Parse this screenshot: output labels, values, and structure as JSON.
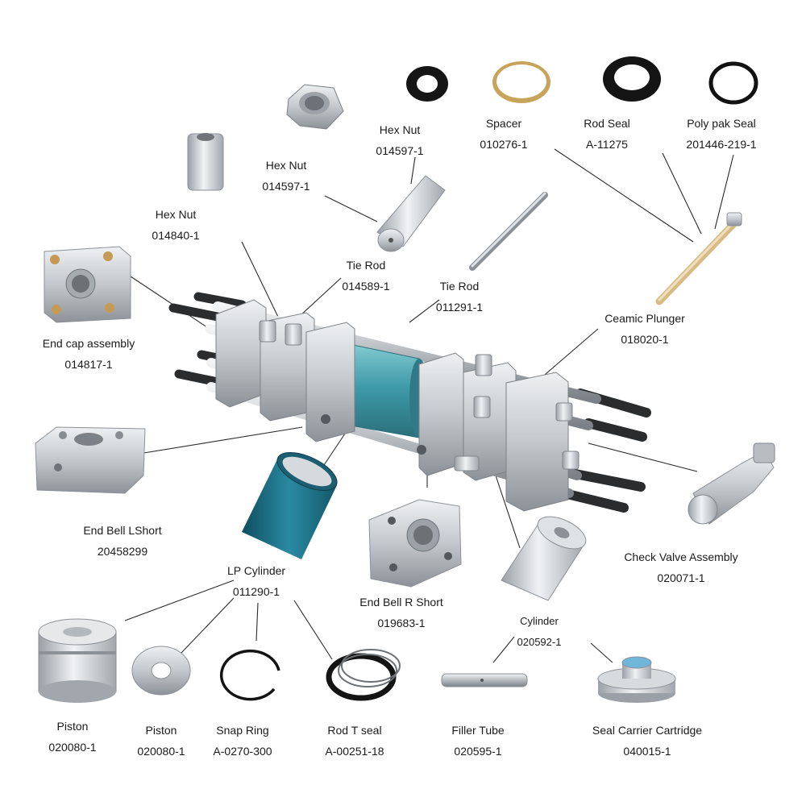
{
  "parts": {
    "hex_nut_a": {
      "name": "Hex Nut",
      "code": "014597-1"
    },
    "hex_nut_b": {
      "name": "Hex Nut",
      "code": "014597-1"
    },
    "hex_nut_c": {
      "name": "Hex Nut",
      "code": "014840-1"
    },
    "spacer": {
      "name": "Spacer",
      "code": "010276-1"
    },
    "rod_seal": {
      "name": "Rod Seal",
      "code": "A-11275"
    },
    "poly_pak": {
      "name": "Poly pak Seal",
      "code": "201446-219-1"
    },
    "tie_rod_a": {
      "name": "Tie Rod",
      "code": "014589-1"
    },
    "tie_rod_b": {
      "name": "Tie Rod",
      "code": "011291-1"
    },
    "end_cap": {
      "name": "End cap assembly",
      "code": "014817-1"
    },
    "plunger": {
      "name": "Ceamic Plunger",
      "code": "018020-1"
    },
    "end_bell_l": {
      "name": "End Bell LShort",
      "code": "20458299"
    },
    "check_valve": {
      "name": "Check Valve Assembly",
      "code": "020071-1"
    },
    "lp_cylinder": {
      "name": "LP Cylinder",
      "code": "011290-1"
    },
    "end_bell_r": {
      "name": "End Bell R Short",
      "code": "019683-1"
    },
    "cylinder": {
      "name": "Cylinder",
      "code": "020592-1"
    },
    "piston_a": {
      "name": "Piston",
      "code": "020080-1"
    },
    "piston_b": {
      "name": "Piston",
      "code": "020080-1"
    },
    "snap_ring": {
      "name": "Snap Ring",
      "code": "A-0270-300"
    },
    "rod_t_seal": {
      "name": "Rod T seal",
      "code": "A-00251-18"
    },
    "filler_tube": {
      "name": "Filler Tube",
      "code": "020595-1"
    },
    "seal_carrier": {
      "name": "Seal Carrier Cartridge",
      "code": "040015-1"
    }
  },
  "colors": {
    "steel": "#c9ccd0",
    "steel_dark": "#8f949a",
    "teal": "#3e9aa8",
    "blue_cylinder": "#1f6f86",
    "brass": "#c8a35a",
    "rubber": "#1b1b1b",
    "plunger_tan": "#e2c99a"
  }
}
